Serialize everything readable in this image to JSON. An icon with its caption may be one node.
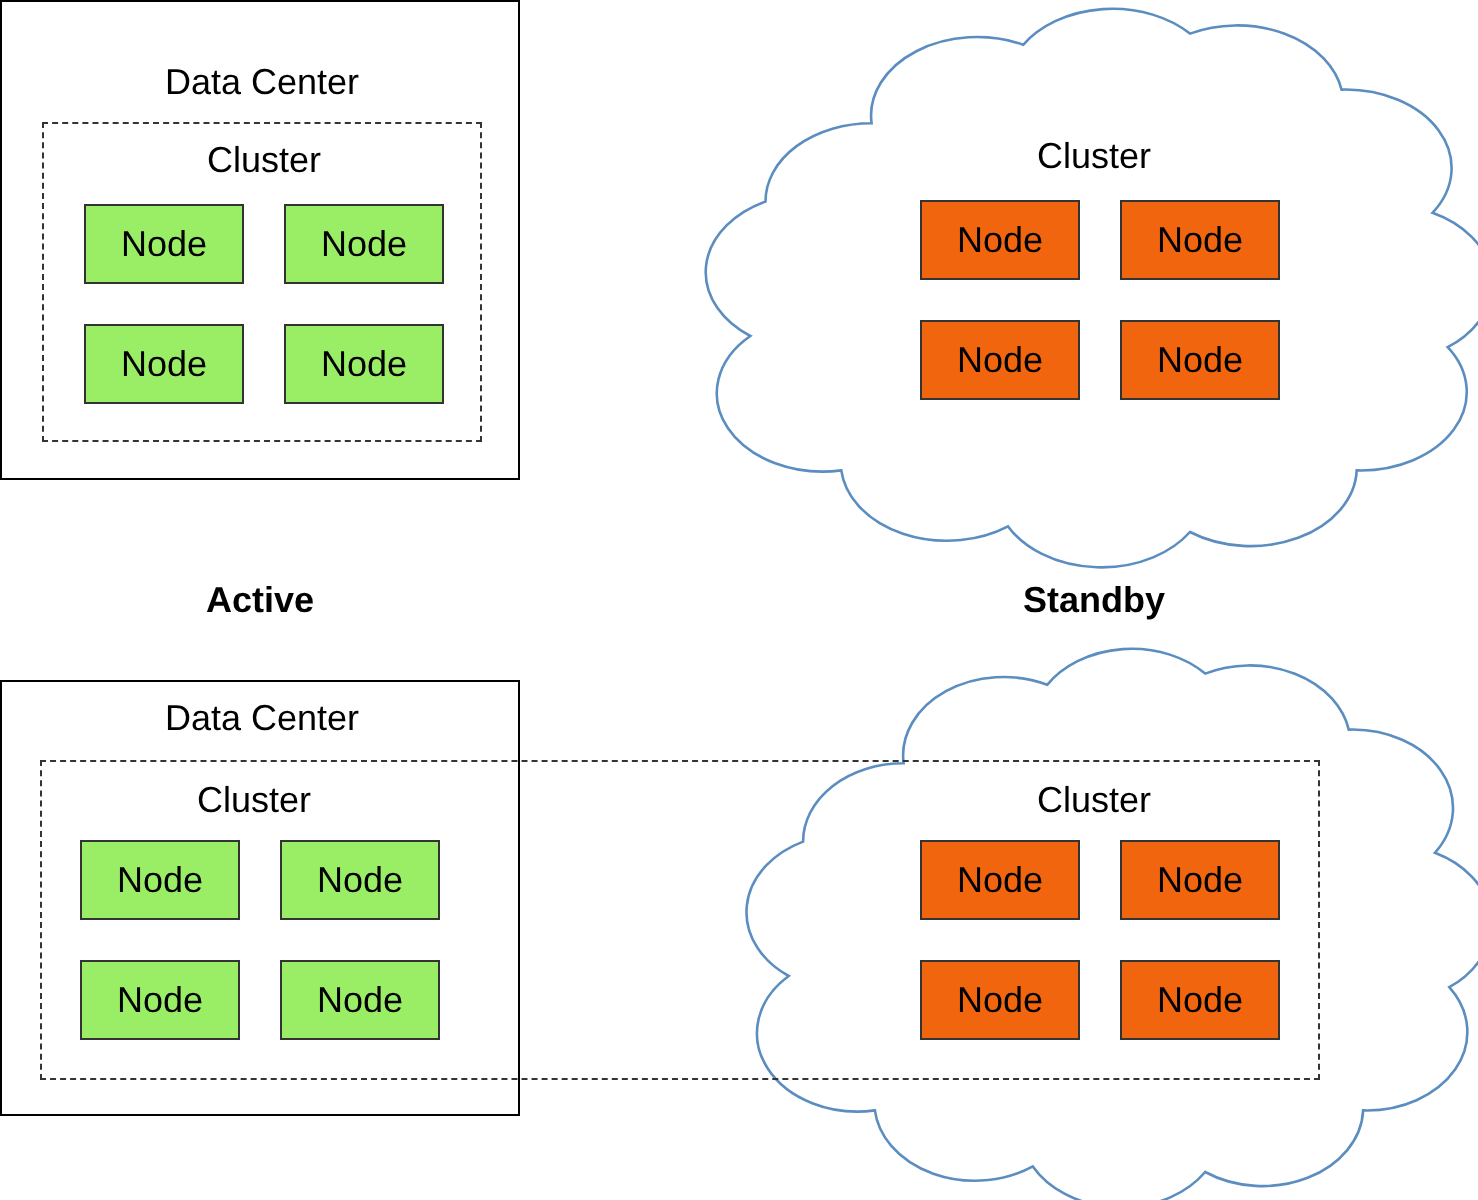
{
  "diagram": {
    "nodes": [
      {
        "text": [
          "Data Center"
        ]
      },
      {
        "text": [
          "Cluster"
        ],
        "in": 0
      },
      {
        "text": [
          "Node"
        ],
        "in": 1
      },
      {
        "text": [
          "Node"
        ],
        "in": 1
      },
      {
        "text": [
          "Node"
        ],
        "in": 1
      },
      {
        "text": [
          "Node"
        ],
        "in": 1
      },
      {
        "text": [
          "Cluster"
        ]
      },
      {
        "text": [
          "Node"
        ],
        "in": 6
      },
      {
        "text": [
          "Node"
        ],
        "in": 6
      },
      {
        "text": [
          "Node"
        ],
        "in": 6
      },
      {
        "text": [
          "Node"
        ],
        "in": 6
      },
      {
        "text": [
          "Data Center"
        ]
      },
      {
        "text": [],
        "shape": "cloud"
      },
      {
        "text": [],
        "shape": "box"
      },
      {
        "text": [
          "Node"
        ]
      },
      {
        "text": [
          "Node"
        ]
      },
      {
        "text": [
          "Node"
        ]
      },
      {
        "text": [
          "Node"
        ]
      },
      {
        "text": [
          "Node"
        ]
      },
      {
        "text": [
          "Node"
        ]
      },
      {
        "text": [
          "Node"
        ]
      },
      {
        "text": [
          "Node"
        ]
      }
    ],
    "labels": [
      "Active",
      "Standby",
      "Cluster",
      "Cluster"
    ]
  }
}
